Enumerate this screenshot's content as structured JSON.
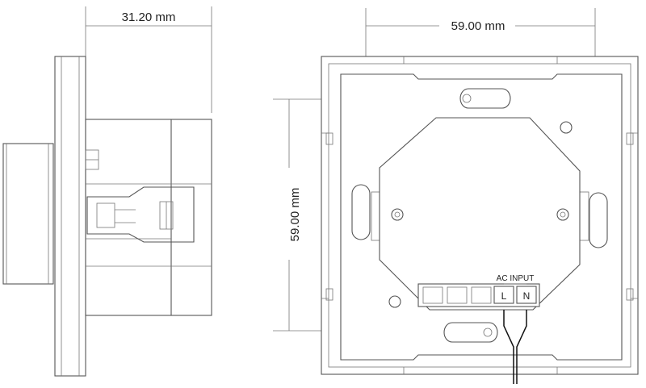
{
  "dimensions": {
    "side_depth": "31.20 mm",
    "rear_width": "59.00 mm",
    "rear_height": "59.00 mm"
  },
  "terminal": {
    "header": "AC INPUT",
    "live": "L",
    "neutral": "N"
  },
  "colors": {
    "line": "#555555",
    "text": "#222222",
    "background": "#ffffff"
  }
}
